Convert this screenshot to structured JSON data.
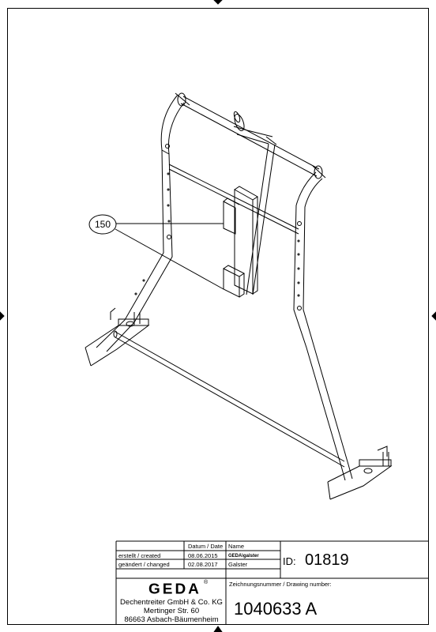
{
  "title_block": {
    "header_date": "Datum / Date",
    "header_name": "Name",
    "created_label": "erstellt / created",
    "created_date": "08.06.2015",
    "created_name": "GEDA\\galster",
    "changed_label": "geändert / changed",
    "changed_date": "02.08.2017",
    "changed_name": "Galster",
    "id_label": "ID:",
    "id_value": "01819",
    "drawing_number_label": "Zeichnungsnummer / Drawing number:",
    "drawing_number": "1040633 A",
    "company_logo": "GEDA",
    "company_name": "Dechentreiter GmbH & Co. KG",
    "company_street": "Mertinger Str. 60",
    "company_city": "86663 Asbach-Bäumenheim"
  },
  "callout": {
    "label": "150"
  },
  "colors": {
    "line": "#000000",
    "paper": "#ffffff"
  }
}
